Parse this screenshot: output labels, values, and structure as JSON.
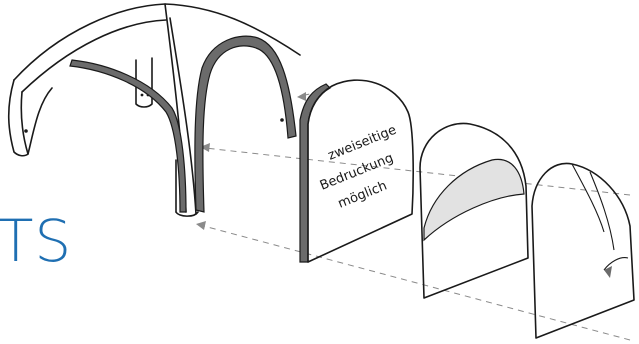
{
  "heading_fragment": "TS",
  "panel_text": [
    "zweiseitige",
    "Bedruckung",
    "möglich"
  ],
  "colors": {
    "accent_blue": "#1f6fb2",
    "outline": "#1a1a1a",
    "grey_fill": "#6b6b6b",
    "light_grey_fill": "#e2e2e2",
    "dashed_line": "#8a8a8a"
  }
}
